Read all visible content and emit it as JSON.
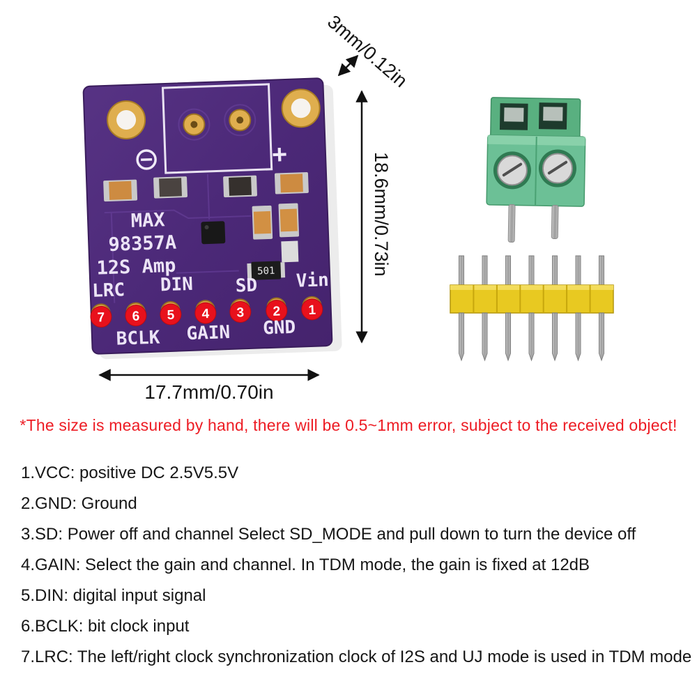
{
  "dimensions": {
    "top": "3mm/0.12in",
    "right": "18.6mm/0.73in",
    "bottom": "17.7mm/0.70in"
  },
  "board": {
    "silkscreen": [
      "MAX",
      "98357A",
      "12S Amp"
    ],
    "plus": "+",
    "top_labels": [
      "LRC",
      "DIN",
      "SD",
      "Vin"
    ],
    "bottom_labels": [
      "BCLK",
      "GAIN",
      "GND"
    ],
    "pin_numbers": [
      "7",
      "6",
      "5",
      "4",
      "3",
      "2",
      "1"
    ],
    "resistor_label": "501"
  },
  "disclaimer": "*The size is measured by hand, there will be 0.5~1mm error, subject to the received object!",
  "pin_descriptions": [
    "1.VCC: positive DC 2.5V5.5V",
    "2.GND: Ground",
    "3.SD: Power off and channel Select SD_MODE and pull down to turn the device off",
    "4.GAIN: Select the gain and channel. In TDM mode, the gain is fixed at 12dB",
    "5.DIN: digital input signal",
    "6.BCLK: bit clock input",
    "7.LRC: The left/right clock synchronization clock of I2S and UJ mode is used in TDM mode"
  ],
  "colors": {
    "pcb_purple": "#4f2b7d",
    "pad_gold": "#dfae4e",
    "pin_badge_red": "#e8111c",
    "disclaimer_red": "#ed1c24",
    "terminal_green": "#6cc096",
    "header_yellow": "#e8c921"
  }
}
